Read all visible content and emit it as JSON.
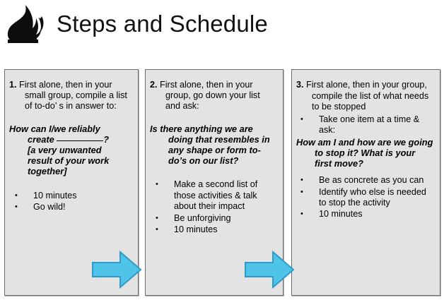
{
  "header": {
    "title": "Steps and Schedule",
    "logo_icon": "flame-icon"
  },
  "colors": {
    "panel_background": "#e3e3e3",
    "panel_border": "#6e6e6e",
    "arrow_fill": "#4FC3E8",
    "arrow_stroke": "#2E9BC9",
    "text": "#000000",
    "page_background": "#ffffff"
  },
  "panels": [
    {
      "number": "1.",
      "lead": "First alone, then in your small group, compile a list of to-do’ s in answer to:",
      "question_line_1": "How can I/we reliably",
      "question_line_2_before": "create",
      "question_line_2_after": "?",
      "question_line_3": "[a  very unwanted",
      "question_line_4": "result of your work",
      "question_line_5": "together]",
      "bullets": [
        "10 minutes",
        "Go wild!"
      ]
    },
    {
      "number": "2.",
      "lead": "First alone, then in your group, go down your list and ask:",
      "question": "Is there anything we are doing that resembles in any shape or form to-do’s on our list?",
      "bullets": [
        "Make a second list of those activities & talk about their impact",
        "Be unforgiving",
        "10 minutes"
      ]
    },
    {
      "number": "3.",
      "lead": "First alone, then in your group, compile the list of what needs to be stopped",
      "pre_bullets": [
        "Take one item at a time & ask:"
      ],
      "question": "How am I and how are we going to stop it? What is your first move?",
      "bullets": [
        "Be as concrete as you can",
        "Identify who else is needed to stop the activity",
        "10 minutes"
      ]
    }
  ],
  "arrows": [
    {
      "name": "arrow-panel1-to-panel2",
      "direction": "right"
    },
    {
      "name": "arrow-panel2-to-panel3",
      "direction": "right"
    }
  ]
}
